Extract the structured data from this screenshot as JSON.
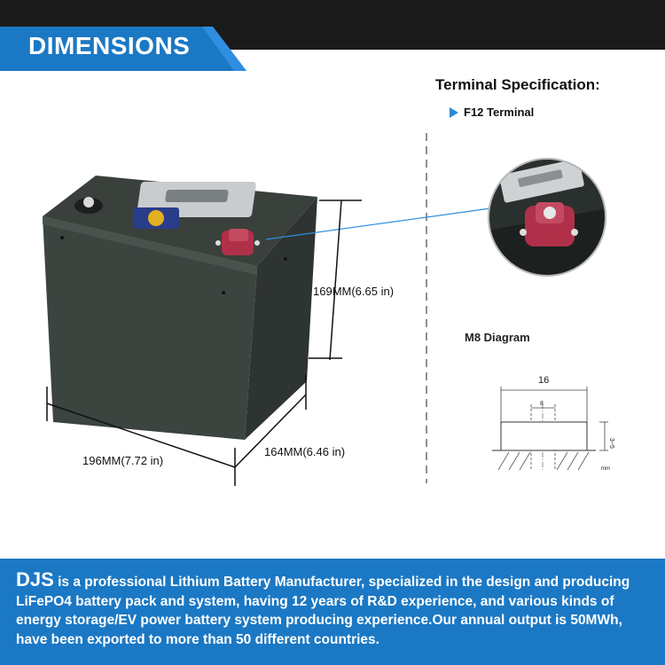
{
  "header": {
    "title": "DIMENSIONS"
  },
  "terminal": {
    "title": "Terminal Specification:",
    "item": "F12  Terminal"
  },
  "diagram": {
    "title": "M8  Diagram",
    "width_label": "16",
    "inner_label": "8",
    "height_label": "3~5",
    "unit_label": "mm"
  },
  "dimensions": {
    "height": "169MM(6.65 in)",
    "width": "196MM(7.72 in)",
    "depth": "164MM(6.46 in)"
  },
  "footer": {
    "brand": "DJS",
    "text": " is a professional Lithium Battery Manufacturer, specialized in the design and producing LiFePO4 battery pack and system, having 12 years of R&D experience, and various kinds of energy storage/EV power battery system producing experience.Our annual output is 50MWh, have been exported to more than 50 different countries."
  },
  "colors": {
    "accent": "#1b78c4",
    "dark": "#1a1a1a",
    "terminal_red": "#b0304a"
  }
}
